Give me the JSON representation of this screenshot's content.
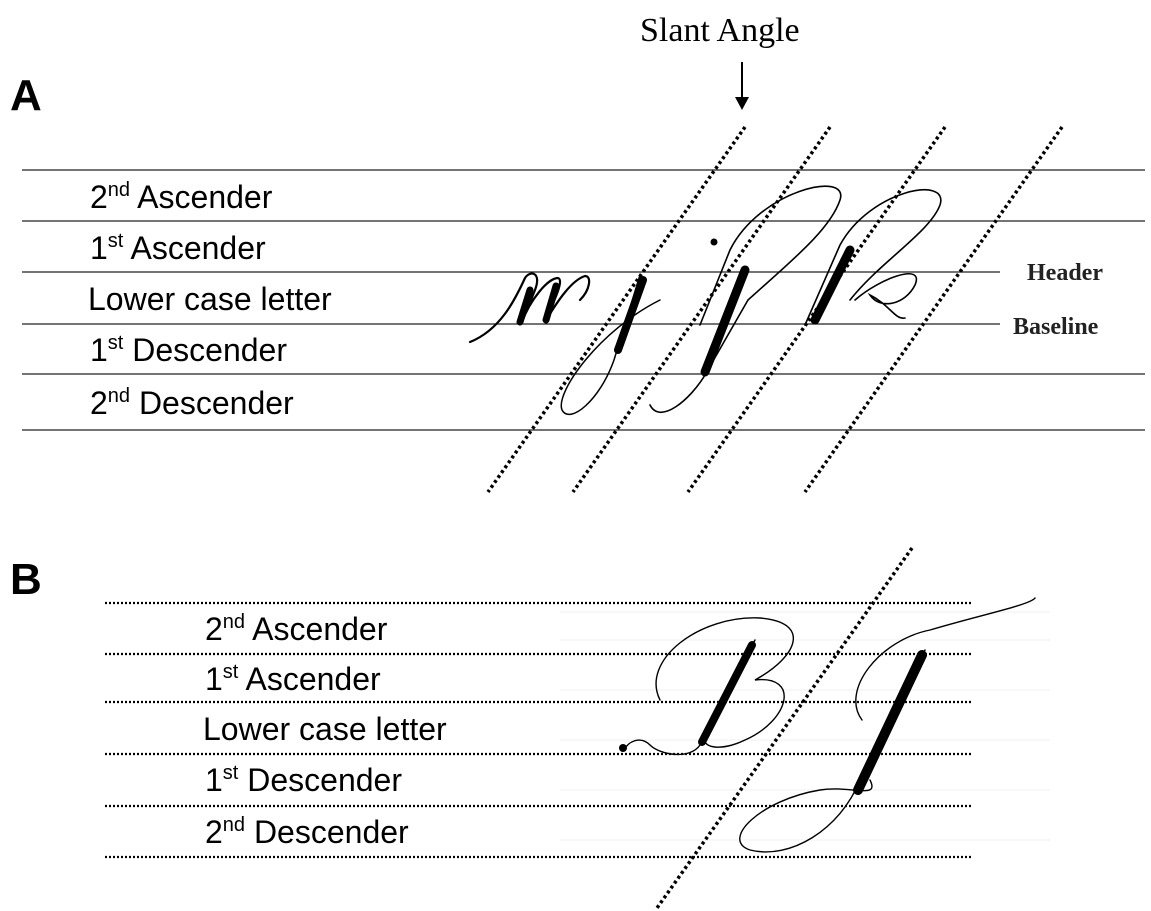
{
  "panel_a": {
    "label": "A",
    "slant_label": "Slant Angle",
    "zones": [
      {
        "base": "2",
        "sup": "nd",
        "text": " Ascender"
      },
      {
        "base": "1",
        "sup": "st",
        "text": " Ascender"
      },
      {
        "base": "Lower case letter",
        "sup": "",
        "text": ""
      },
      {
        "base": "1",
        "sup": "st",
        "text": " Descender"
      },
      {
        "base": "2",
        "sup": "nd",
        "text": " Descender"
      }
    ],
    "header_label": "Header",
    "baseline_label": "Baseline",
    "letters": "wjfk"
  },
  "panel_b": {
    "label": "B",
    "zones": [
      {
        "base": "2",
        "sup": "nd",
        "text": " Ascender"
      },
      {
        "base": "1",
        "sup": "st",
        "text": " Ascender"
      },
      {
        "base": "Lower case letter",
        "sup": "",
        "text": ""
      },
      {
        "base": "1",
        "sup": "st",
        "text": " Descender"
      },
      {
        "base": "2",
        "sup": "nd",
        "text": " Descender"
      }
    ],
    "letters": "BJ"
  },
  "colors": {
    "ink": "#000000",
    "line": "#222222",
    "hairline": "#666666"
  }
}
